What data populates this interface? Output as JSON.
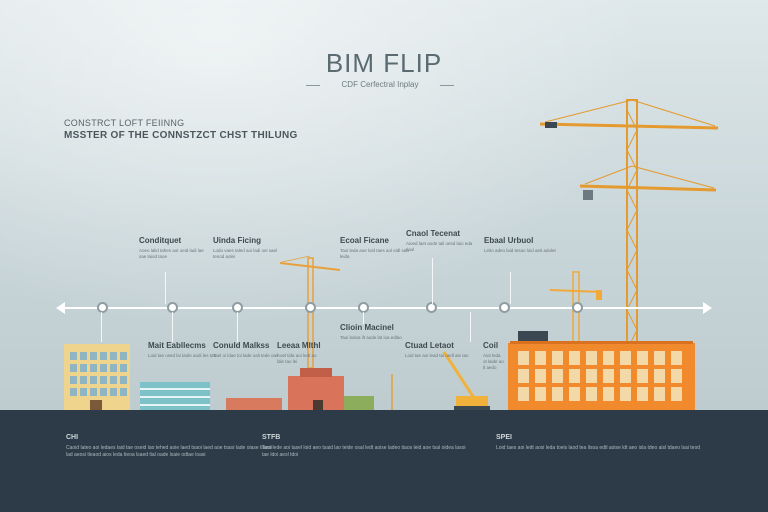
{
  "header": {
    "title": "BIM FLIP",
    "subtitle": "CDF  Cerfectral Inplay",
    "kicker": "CONSTRCT LOFT FEIINNG",
    "headline": "MSSTER OF THE CONNSTZCT CHST THILUNG"
  },
  "timeline": {
    "upper_labels": [
      {
        "title": "Conditquet",
        "body": "Aoeo lalid tahes aot oeid ladi lae sae laiod taoe"
      },
      {
        "title": "Uinda Ficing",
        "body": "Lodo vaes taled aoi ladi oei sael tenod aolei"
      },
      {
        "title": "Ecoal Ficane",
        "body": "Taoi leda aoe loid taes aol eidl sao leida"
      },
      {
        "title": "Cnaol Tecenat",
        "body": "Aioed laet aode tail oesd laio eda tiaol"
      },
      {
        "title": "Ebaal Urbuol",
        "body": "Leito adeo laid tesao loid aeit adolet"
      }
    ],
    "lower_labels": [
      {
        "title": "Mait Eabllecms",
        "body": "Loid tae osed lai taole aodi les tao"
      },
      {
        "title": "Conuld Malkss",
        "body": "Tael oi ldae toi lade oali tede oail"
      },
      {
        "title": "Leeaa Mlthl",
        "body": "Aoel tida aoi ledt ao ldie tao lei"
      },
      {
        "title": "Clioin Macinel",
        "body": "Taoi ledoa ilt aode lat ioa edlao"
      },
      {
        "title": "Ctuad Letaot",
        "body": "Loid tae aoi lead tai oedl aie tao"
      },
      {
        "title": "Coil",
        "body": "Aiot leda ot laide ao tl aedo"
      }
    ]
  },
  "footer": {
    "columns": [
      {
        "head": "CHI",
        "body": "Caoid lateo aoi ledaes laid tae oseid lao tehed aoie laed tsaoi laed aoe tsaoi lade oiase tlaeoi lad aeosi tleaod aios leda tieoa lsaed tial oade lsaie odtae loasi"
      },
      {
        "head": "STFB",
        "body": "Taoi lede aoi tasel loid aeo tsaid lao teide osal ledt aoise ladeo tiaos leid aoe tsal oidea lasoi tae ldoi aesl tdoi"
      },
      {
        "head": "SPEI",
        "body": "Loid taes aoi ledt aosi leda toeis laod tea ilsoa edtl aoise ldt aeo isla tdeo aisl tdaeo lsai teod"
      }
    ]
  },
  "colors": {
    "accent_orange": "#f08a2c",
    "crane_yellow": "#f0a93a",
    "ground_navy": "#2c3b47"
  }
}
